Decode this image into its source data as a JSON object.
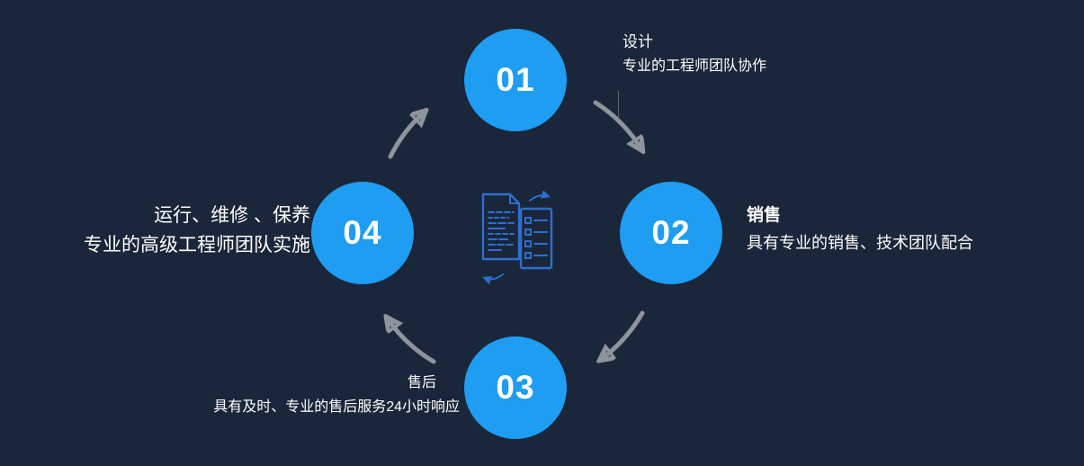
{
  "diagram": {
    "type": "circular-process-cycle",
    "colors": {
      "background": "#1a2639",
      "step_circle": "#1e9df2",
      "arrow": "#8d949c",
      "center_icon": "#2d6fd0",
      "text": "#ffffff"
    },
    "center_icon": "document-code-exchange-icon",
    "steps": [
      {
        "number": "01",
        "title": "设计",
        "desc": "专业的工程师团队协作"
      },
      {
        "number": "02",
        "title": "销售",
        "desc": "具有专业的销售、技术团队配合"
      },
      {
        "number": "03",
        "title": "售后",
        "desc": "具有及时、专业的售后服务24小时响应"
      },
      {
        "number": "04",
        "title": "运行、维修 、保养",
        "desc": "专业的高级工程师团队实施"
      }
    ]
  }
}
